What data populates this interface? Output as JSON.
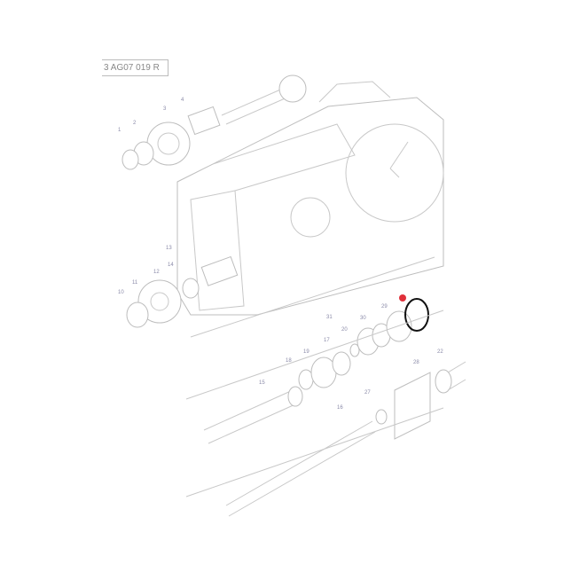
{
  "reference_code": "3 AG07 019 R",
  "highlight": {
    "color": "#e0303a",
    "ring_color": "#111111"
  },
  "callouts": [
    "1",
    "2",
    "3",
    "4",
    "10",
    "11",
    "12",
    "13",
    "14",
    "15",
    "16",
    "17",
    "18",
    "19",
    "20",
    "22",
    "27",
    "28",
    "29",
    "30",
    "31"
  ]
}
